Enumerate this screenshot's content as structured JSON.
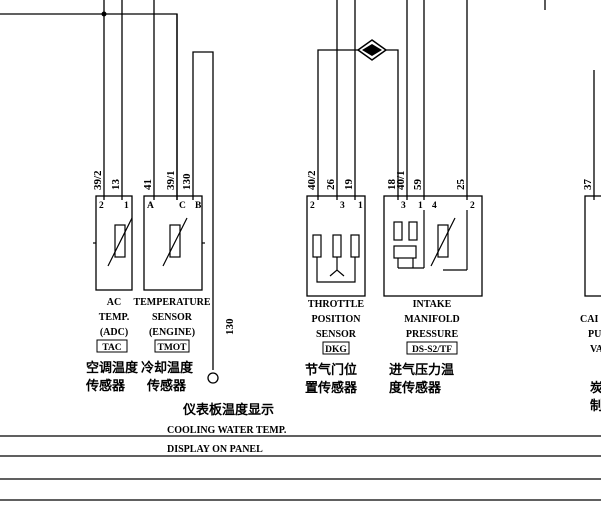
{
  "wire_numbers": {
    "ac_temp": [
      "39/2",
      "13"
    ],
    "coolant": [
      "41",
      "39/1",
      "130"
    ],
    "throttle": [
      "40/2",
      "26",
      "19"
    ],
    "map_sensor": [
      "18",
      "40/1",
      "59",
      "25"
    ],
    "right_cut": [
      "37"
    ],
    "to_display": "130"
  },
  "sensors": {
    "ac_temp": {
      "en_lines": [
        "AC",
        "TEMP.",
        "(ADC)"
      ],
      "code": "TAC",
      "cn_lines": [
        "空调温度",
        "传感器"
      ],
      "pins": [
        "2",
        "1"
      ]
    },
    "coolant": {
      "en_lines": [
        "TEMPERATURE",
        "SENSOR",
        "(ENGINE)"
      ],
      "code": "TMOT",
      "cn_lines": [
        "冷却温度",
        "传感器"
      ],
      "pins": [
        "A",
        "C",
        "B"
      ]
    },
    "throttle": {
      "en_lines": [
        "THROTTLE",
        "POSITION",
        "SENSOR"
      ],
      "code": "DKG",
      "cn_lines": [
        "节气门位",
        "置传感器"
      ],
      "pins": [
        "2",
        "3",
        "1"
      ]
    },
    "map_sensor": {
      "en_lines": [
        "INTAKE",
        "MANIFOLD",
        "PRESSURE"
      ],
      "code": "DS-S2/TF",
      "cn_lines": [
        "进气压力温",
        "度传感器"
      ],
      "pins": [
        "3",
        "1",
        "4",
        "2"
      ]
    },
    "right_cut": {
      "en_lines": [
        "CAI",
        "PU",
        "VA"
      ],
      "cn_lines": [
        "炭",
        "制"
      ]
    }
  },
  "display": {
    "cn": "仪表板温度显示",
    "en_line1": "COOLING WATER TEMP.",
    "en_line2": "DISPLAY ON PANEL"
  }
}
